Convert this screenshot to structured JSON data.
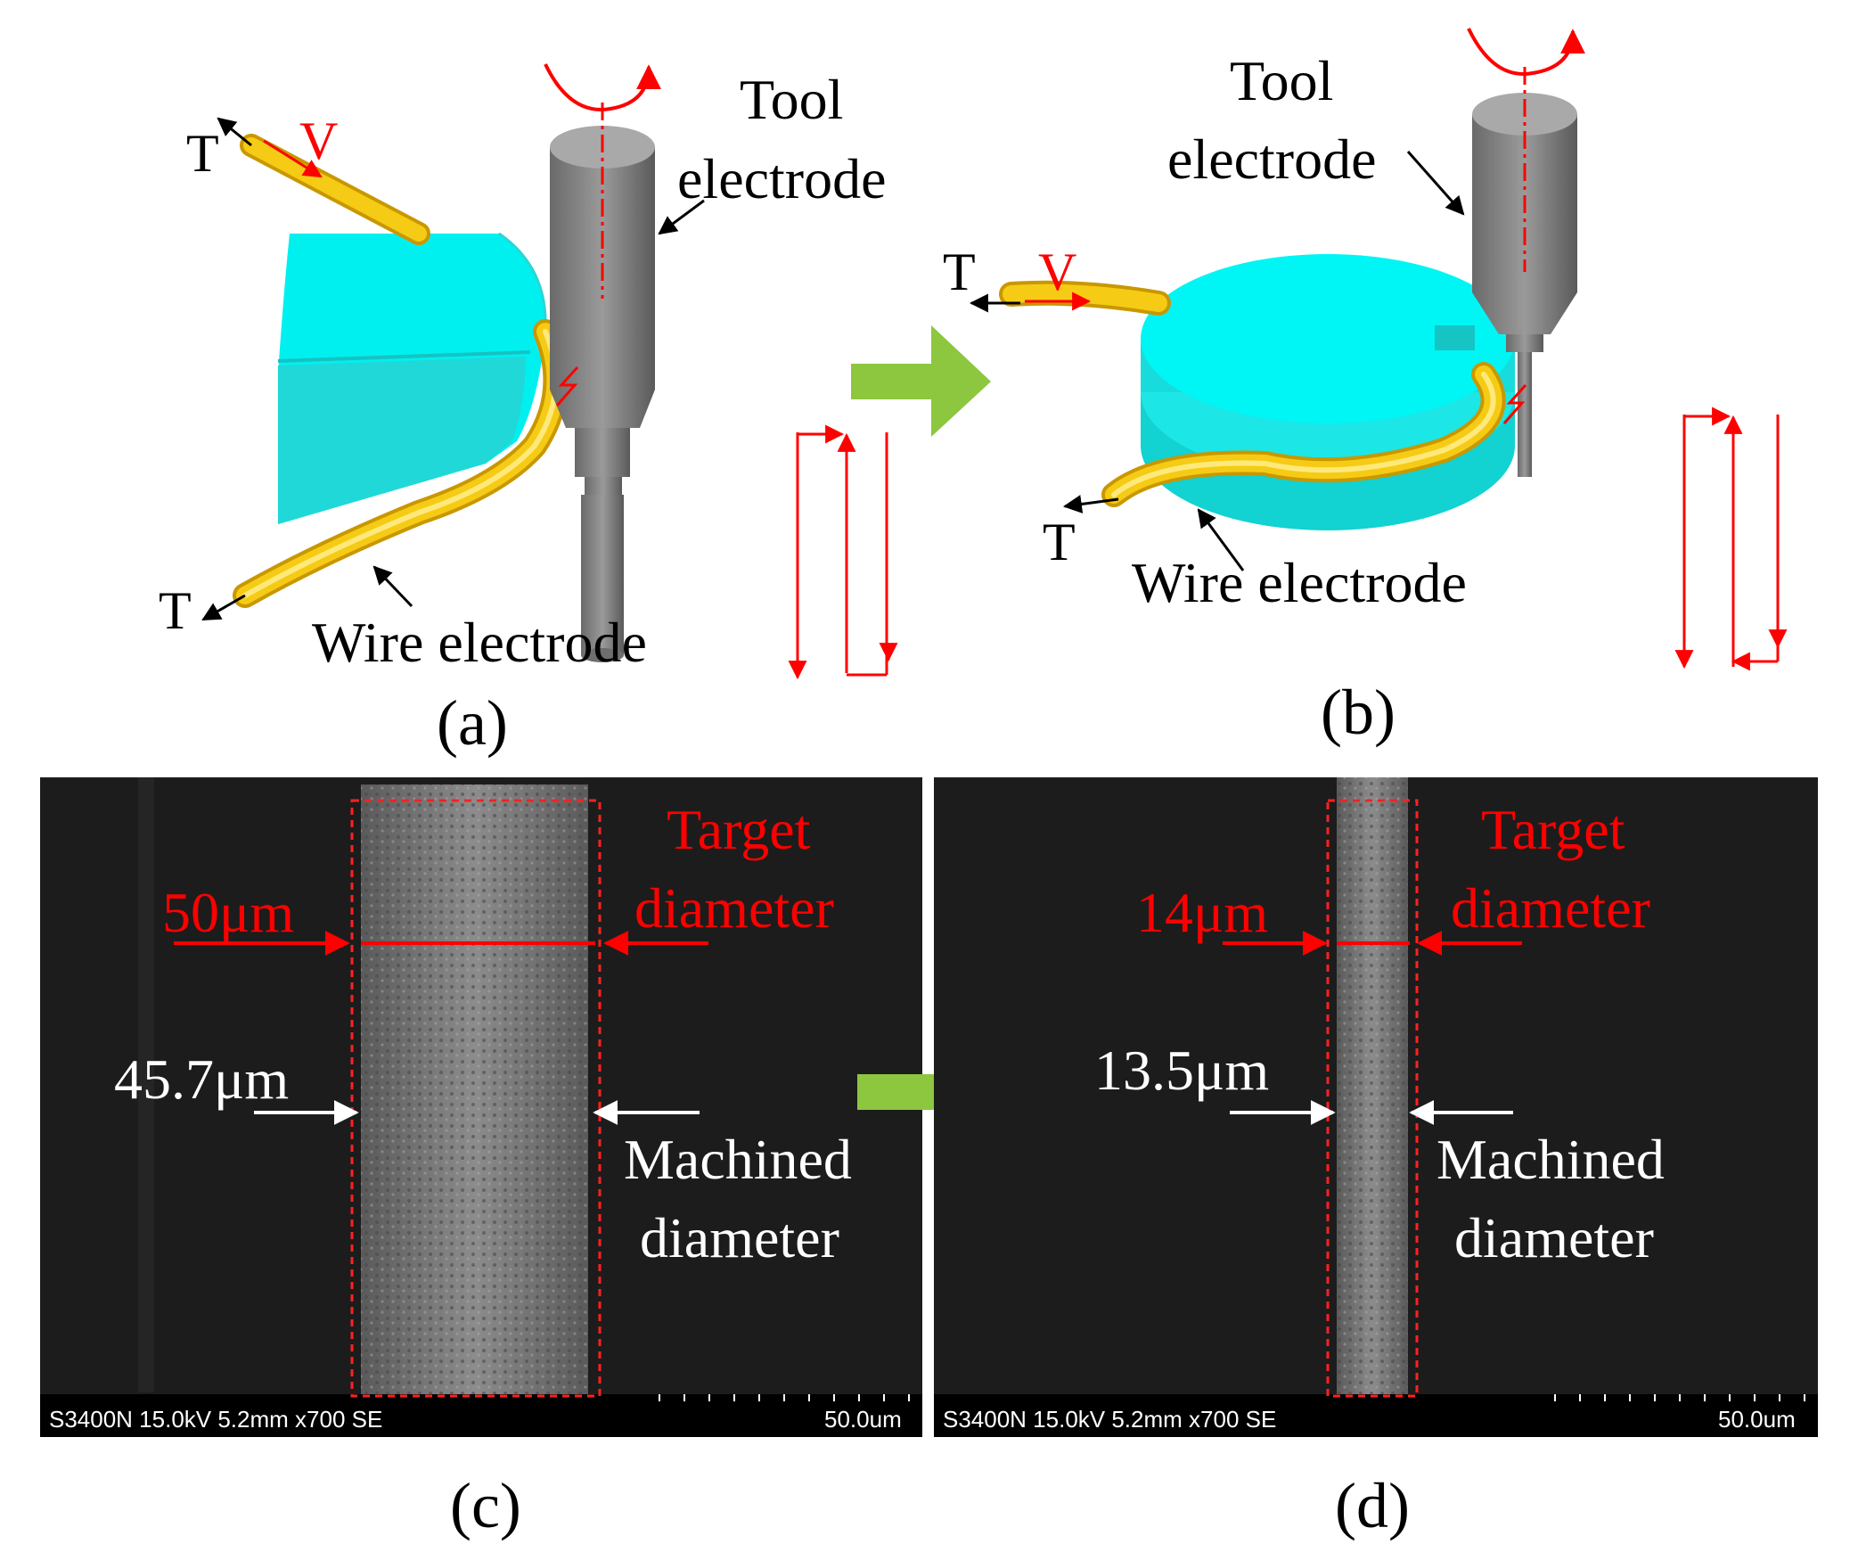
{
  "panels": {
    "a": {
      "caption": "(a)",
      "tension_top": "T",
      "tension_bottom": "T",
      "velocity": "V",
      "tool_label_line1": "Tool",
      "tool_label_line2": "electrode",
      "wire_label": "Wire electrode"
    },
    "b": {
      "caption": "(b)",
      "tension_top": "T",
      "tension_bottom": "T",
      "velocity": "V",
      "tool_label_line1": "Tool",
      "tool_label_line2": "electrode",
      "wire_label": "Wire electrode"
    },
    "c": {
      "caption": "(c)",
      "target_value": "50μm",
      "target_label_line1": "Target",
      "target_label_line2": "diameter",
      "machined_value": "45.7μm",
      "machined_label_line1": "Machined",
      "machined_label_line2": "diameter",
      "sem_info": "S3400N 15.0kV 5.2mm x700 SE",
      "scale_label": "50.0um"
    },
    "d": {
      "caption": "(d)",
      "target_value": "14μm",
      "target_label_line1": "Target",
      "target_label_line2": "diameter",
      "machined_value": "13.5μm",
      "machined_label_line1": "Machined",
      "machined_label_line2": "diameter",
      "sem_info": "S3400N 15.0kV 5.2mm x700 SE",
      "scale_label": "50.0um"
    }
  },
  "colors": {
    "annotation_red": "#ff0000",
    "wire_gold": "#f2c200",
    "block_cyan": "#00f0f0",
    "tool_gray": "#808080",
    "arrow_green": "#8dc63f",
    "sem_background": "#1c1c1c"
  }
}
